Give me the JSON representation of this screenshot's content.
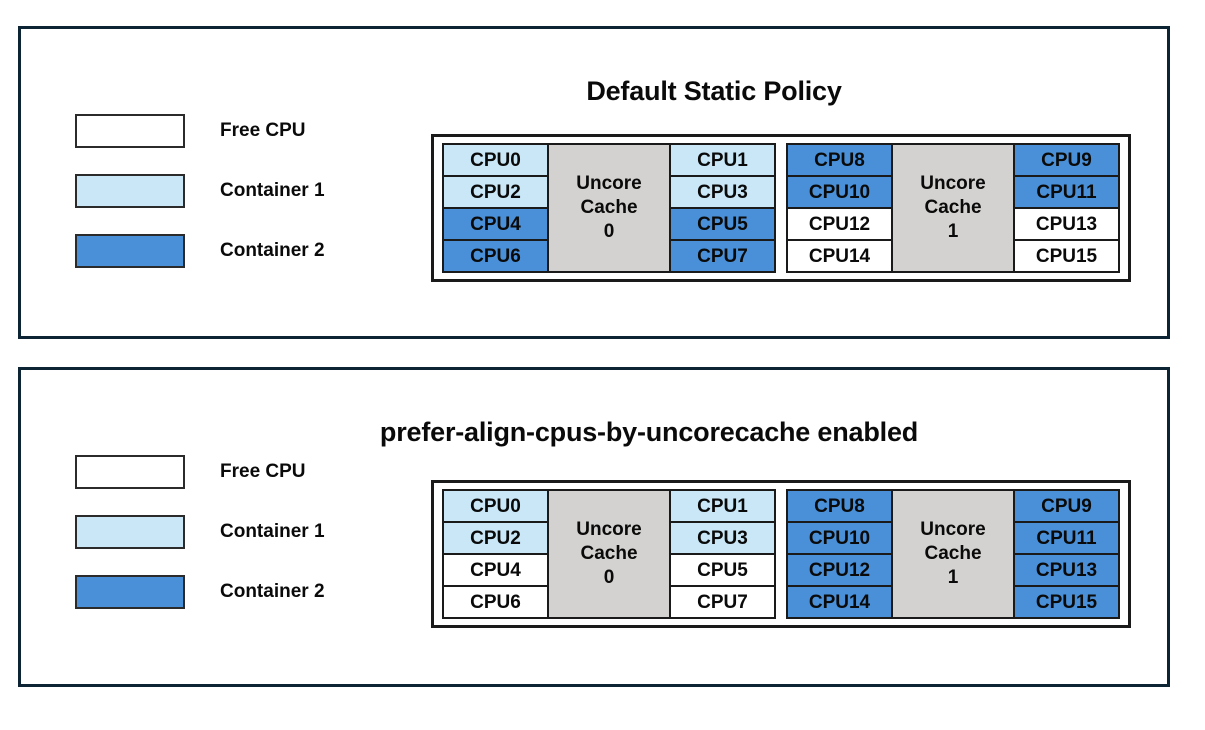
{
  "legend": {
    "items": [
      {
        "label": "Free CPU",
        "fill": "free",
        "color": "#ffffff"
      },
      {
        "label": "Container 1",
        "fill": "c1",
        "color": "#c9e7f7"
      },
      {
        "label": "Container 2",
        "fill": "c2",
        "color": "#4a90d9"
      }
    ]
  },
  "colors": {
    "panel_border": "#0d2434",
    "diagram_border": "#1a1a1a",
    "cache_fill": "#d4d2d0",
    "free_cpu": "#ffffff",
    "container_1": "#c9e7f7",
    "container_2": "#4a90d9",
    "text": "#0a0a0a"
  },
  "panels": [
    {
      "id": "default-static-policy",
      "title": "Default Static Policy",
      "cache_groups": [
        {
          "cache_label_line1": "Uncore",
          "cache_label_line2": "Cache",
          "cache_index": "0",
          "left_column": [
            {
              "label": "CPU0",
              "fill": "c1"
            },
            {
              "label": "CPU2",
              "fill": "c1"
            },
            {
              "label": "CPU4",
              "fill": "c2"
            },
            {
              "label": "CPU6",
              "fill": "c2"
            }
          ],
          "right_column": [
            {
              "label": "CPU1",
              "fill": "c1"
            },
            {
              "label": "CPU3",
              "fill": "c1"
            },
            {
              "label": "CPU5",
              "fill": "c2"
            },
            {
              "label": "CPU7",
              "fill": "c2"
            }
          ]
        },
        {
          "cache_label_line1": "Uncore",
          "cache_label_line2": "Cache",
          "cache_index": "1",
          "left_column": [
            {
              "label": "CPU8",
              "fill": "c2"
            },
            {
              "label": "CPU10",
              "fill": "c2"
            },
            {
              "label": "CPU12",
              "fill": "free"
            },
            {
              "label": "CPU14",
              "fill": "free"
            }
          ],
          "right_column": [
            {
              "label": "CPU9",
              "fill": "c2"
            },
            {
              "label": "CPU11",
              "fill": "c2"
            },
            {
              "label": "CPU13",
              "fill": "free"
            },
            {
              "label": "CPU15",
              "fill": "free"
            }
          ]
        }
      ]
    },
    {
      "id": "prefer-align-cpus-by-uncorecache-enabled",
      "title": "prefer-align-cpus-by-uncorecache enabled",
      "cache_groups": [
        {
          "cache_label_line1": "Uncore",
          "cache_label_line2": "Cache",
          "cache_index": "0",
          "left_column": [
            {
              "label": "CPU0",
              "fill": "c1"
            },
            {
              "label": "CPU2",
              "fill": "c1"
            },
            {
              "label": "CPU4",
              "fill": "free"
            },
            {
              "label": "CPU6",
              "fill": "free"
            }
          ],
          "right_column": [
            {
              "label": "CPU1",
              "fill": "c1"
            },
            {
              "label": "CPU3",
              "fill": "c1"
            },
            {
              "label": "CPU5",
              "fill": "free"
            },
            {
              "label": "CPU7",
              "fill": "free"
            }
          ]
        },
        {
          "cache_label_line1": "Uncore",
          "cache_label_line2": "Cache",
          "cache_index": "1",
          "left_column": [
            {
              "label": "CPU8",
              "fill": "c2"
            },
            {
              "label": "CPU10",
              "fill": "c2"
            },
            {
              "label": "CPU12",
              "fill": "c2"
            },
            {
              "label": "CPU14",
              "fill": "c2"
            }
          ],
          "right_column": [
            {
              "label": "CPU9",
              "fill": "c2"
            },
            {
              "label": "CPU11",
              "fill": "c2"
            },
            {
              "label": "CPU13",
              "fill": "c2"
            },
            {
              "label": "CPU15",
              "fill": "c2"
            }
          ]
        }
      ]
    }
  ]
}
